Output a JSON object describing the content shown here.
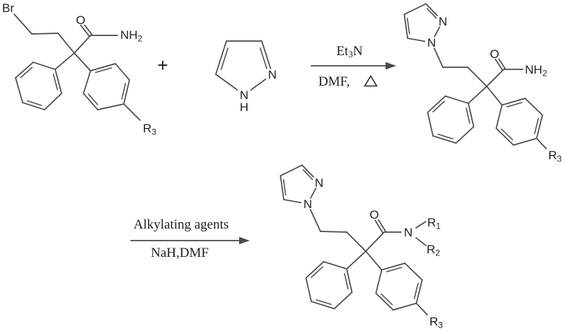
{
  "colors": {
    "bond": "#4a4a4a",
    "text": "#1f1f1f",
    "background": "#ffffff"
  },
  "icons": {
    "heat": "delta-triangle",
    "arrow": "right-reaction-arrow"
  },
  "scheme": {
    "reactant_bromide": {
      "br": "Br",
      "o": "O",
      "nh": "NH",
      "nh_sub": "2",
      "r3": "R",
      "r3_sub": "3"
    },
    "plus_sign": "+",
    "pyrazole": {
      "n1": "N",
      "h": "H",
      "n2": "N"
    },
    "step1": {
      "reagent_main": "Et",
      "reagent_sub": "3",
      "reagent_end": "N",
      "solvent": "DMF,"
    },
    "product_amide": {
      "n1": "N",
      "n2": "N",
      "o": "O",
      "nh": "NH",
      "nh_sub": "2",
      "r3": "R",
      "r3_sub": "3"
    },
    "step2": {
      "reagent": "Alkylating agents",
      "conditions": "NaH,DMF"
    },
    "product_dialkyl": {
      "n1": "N",
      "n2": "N",
      "o": "O",
      "n_amide": "N",
      "r1": "R",
      "r1_sub": "1",
      "r2": "R",
      "r2_sub": "2",
      "r3": "R",
      "r3_sub": "3"
    }
  }
}
